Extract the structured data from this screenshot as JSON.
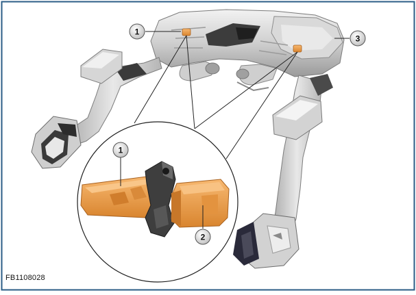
{
  "figure": {
    "id": "FB1108028",
    "callouts": [
      {
        "key": "callout-1-main",
        "number": "1"
      },
      {
        "key": "callout-3",
        "number": "3"
      },
      {
        "key": "callout-1-detail",
        "number": "1"
      },
      {
        "key": "callout-2-detail",
        "number": "2"
      }
    ]
  },
  "colors": {
    "border": "#2b5d86",
    "metal_light": "#e4e4e4",
    "metal_mid": "#bdbdbd",
    "metal_dark": "#8a8a8a",
    "shadow": "#4a4a4a",
    "sensor_orange": "#f0a050",
    "sensor_orange_dark": "#c97a2c",
    "callout_fill": "#d8d8d8"
  }
}
